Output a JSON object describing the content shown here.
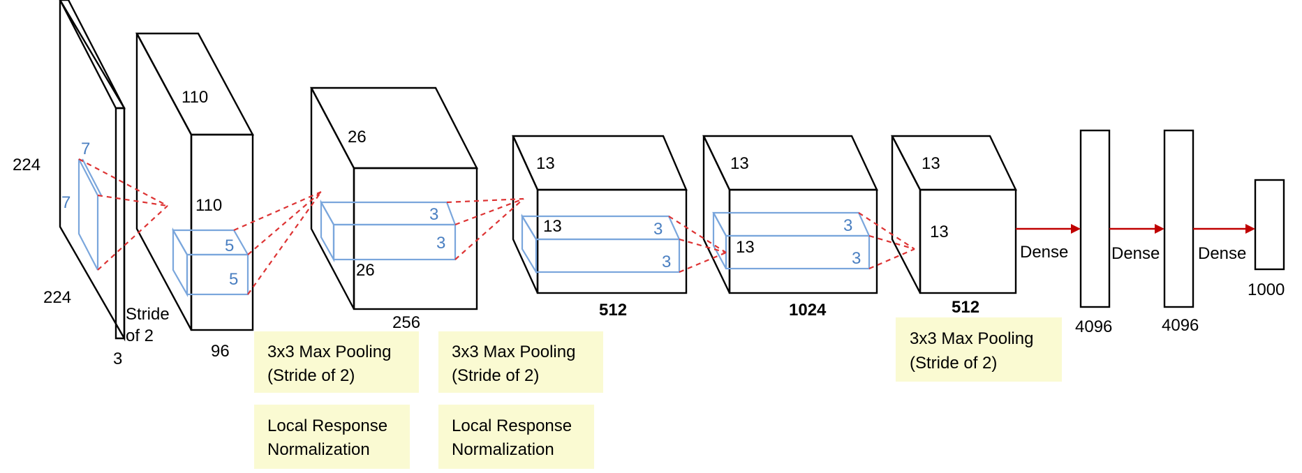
{
  "colors": {
    "outline": "#000000",
    "kernel": "#7aa6dc",
    "kernel_text": "#4a7fc1",
    "projection": "#dd3333",
    "dense_arrow": "#c00000",
    "note_background": "#fafad2"
  },
  "input": {
    "height": "224",
    "width": "224",
    "depth": "3",
    "kernel_h": "7",
    "kernel_w": "7",
    "stride": [
      "Stride",
      "of 2"
    ]
  },
  "conv1": {
    "height": "110",
    "width": "110",
    "depth": "96",
    "kernel_h": "5",
    "kernel_w": "5"
  },
  "conv2": {
    "height": "26",
    "width": "26",
    "depth": "256",
    "kernel_h": "3",
    "kernel_w": "3"
  },
  "conv3": {
    "height": "13",
    "inner": "13",
    "depth": "512",
    "kernel_h": "3",
    "kernel_w": "3"
  },
  "conv4": {
    "height": "13",
    "inner": "13",
    "depth": "1024",
    "kernel_h": "3",
    "kernel_w": "3"
  },
  "conv5": {
    "height": "13",
    "inner": "13",
    "depth": "512"
  },
  "fc": [
    {
      "units": "4096",
      "link": "Dense"
    },
    {
      "units": "4096",
      "link": "Dense"
    },
    {
      "units": "1000",
      "link": "Dense"
    }
  ],
  "notes": {
    "pool1": [
      "3x3 Max Pooling",
      "(Stride of 2)"
    ],
    "norm1": [
      "Local Response",
      "Normalization"
    ],
    "pool2": [
      "3x3 Max Pooling",
      "(Stride of 2)"
    ],
    "norm2": [
      "Local Response",
      "Normalization"
    ],
    "pool5": [
      "3x3 Max Pooling",
      "(Stride of 2)"
    ]
  }
}
